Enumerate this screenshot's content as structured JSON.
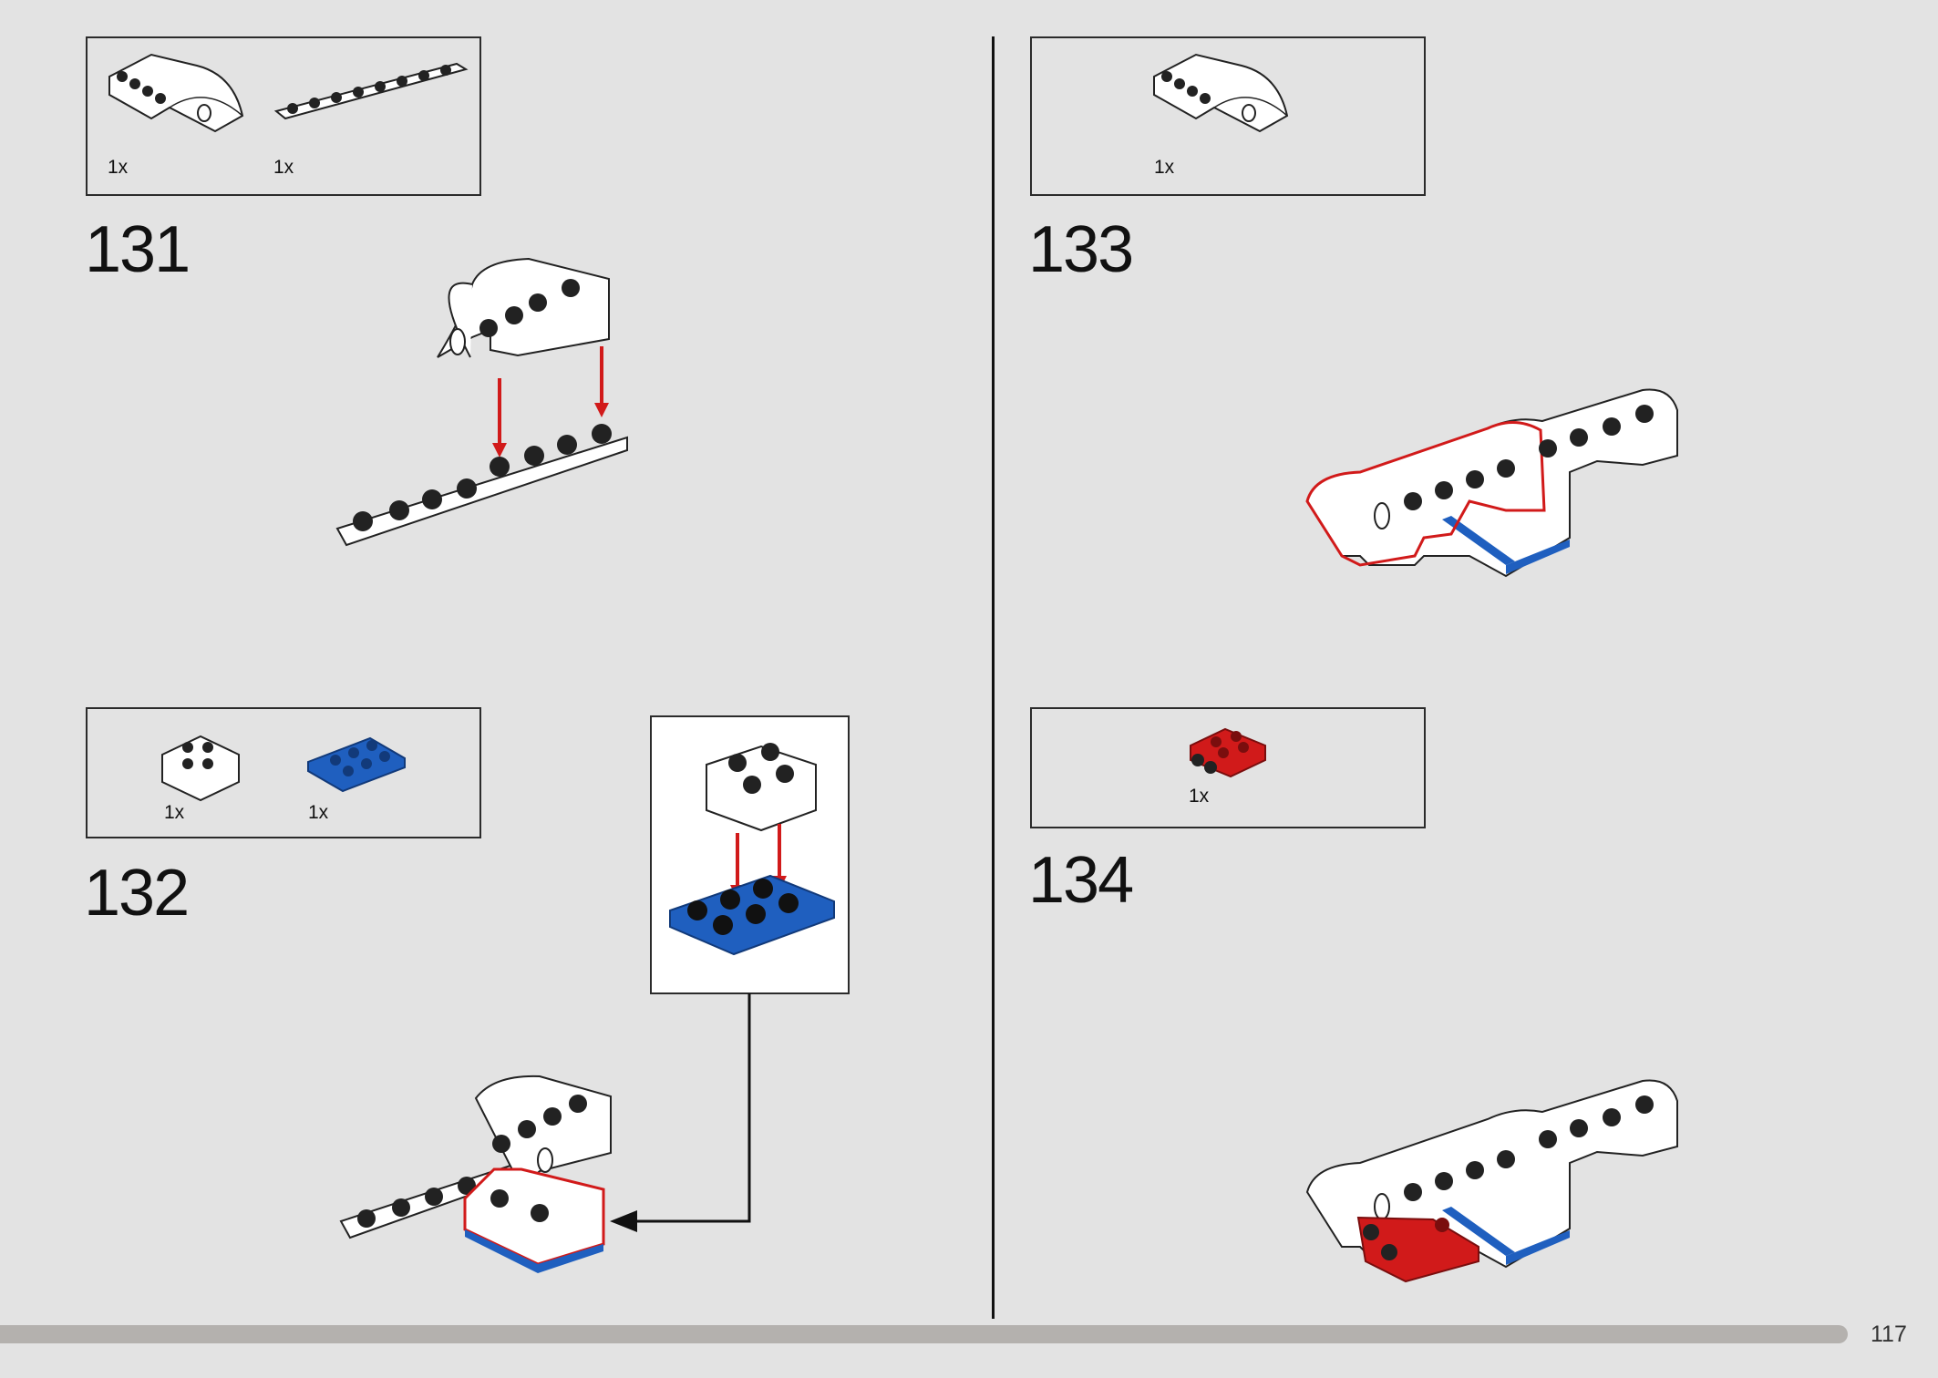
{
  "page": {
    "number": "117"
  },
  "steps": [
    {
      "number": "131",
      "parts": [
        {
          "qty": "1x",
          "part": "white curved slope brick with pin hole",
          "color": "#ffffff"
        },
        {
          "qty": "1x",
          "part": "white 1x8 plate",
          "color": "#ffffff"
        }
      ]
    },
    {
      "number": "132",
      "parts": [
        {
          "qty": "1x",
          "part": "white 2x2 brick",
          "color": "#ffffff"
        },
        {
          "qty": "1x",
          "part": "blue 2x3 plate",
          "color": "#1f5fbf"
        }
      ]
    },
    {
      "number": "133",
      "parts": [
        {
          "qty": "1x",
          "part": "white curved slope brick with pin hole",
          "color": "#ffffff"
        }
      ]
    },
    {
      "number": "134",
      "parts": [
        {
          "qty": "1x",
          "part": "red 2x2 plate with pin holes",
          "color": "#d11a1a"
        }
      ]
    }
  ],
  "colors": {
    "highlight": "#d11a1a",
    "blue": "#1f5fbf",
    "red": "#d11a1a",
    "background": "#e3e3e3"
  }
}
